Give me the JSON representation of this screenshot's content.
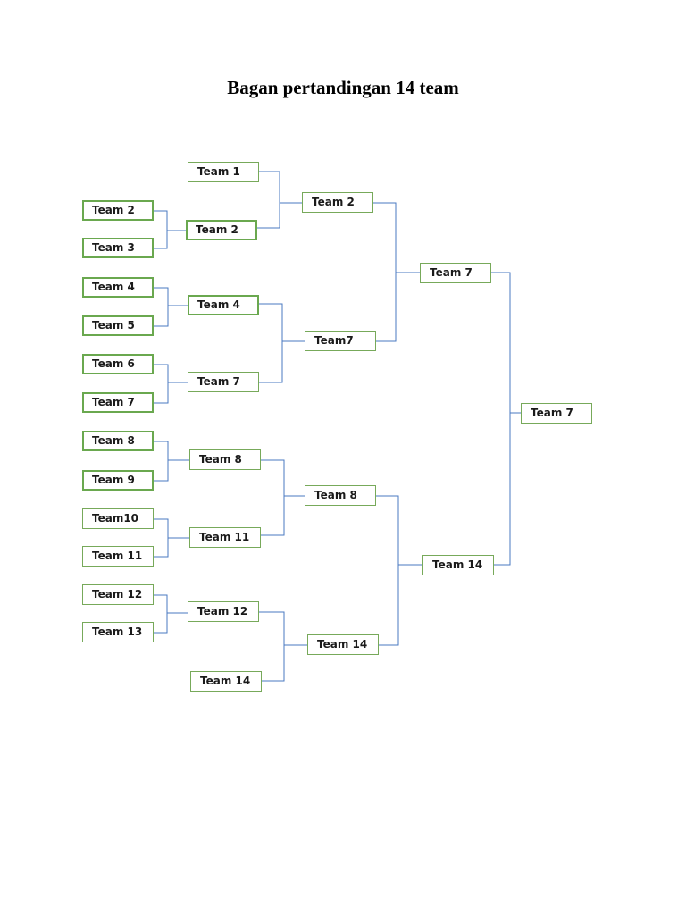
{
  "title": "Bagan pertandingan 14 team",
  "colors": {
    "box_border": "#6aa84f",
    "connector": "#4a78c0"
  },
  "round1": [
    "Team 2",
    "Team 3",
    "Team 4",
    "Team 5",
    "Team 6",
    "Team 7",
    "Team 8",
    "Team 9",
    "Team10",
    "Team 11",
    "Team 12",
    "Team 13"
  ],
  "round2": [
    "Team 1",
    "Team 2",
    "Team 4",
    "Team 7",
    "Team 8",
    "Team 11",
    "Team 12",
    "Team 14"
  ],
  "round3": [
    "Team 2",
    "Team7",
    "Team 8",
    "Team 14"
  ],
  "semifinal": [
    "Team 7",
    "Team 14"
  ],
  "champion": "Team 7"
}
